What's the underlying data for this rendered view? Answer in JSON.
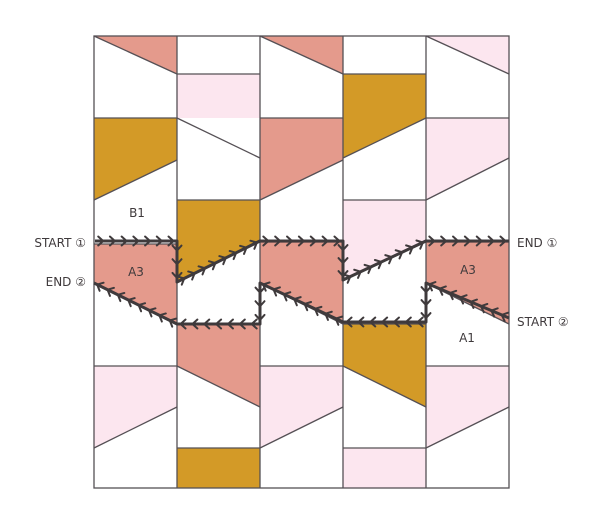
{
  "colors": {
    "coral": "#e49a8c",
    "gold": "#d39a27",
    "pink": "#fce6ef",
    "white": "#ffffff",
    "outline": "#555055",
    "stitch": "#3f3a3c"
  },
  "labels": {
    "start1": "START ①",
    "end1": "END ①",
    "end2": "END ②",
    "start2": "START ②",
    "b1": "B1",
    "a3_left": "A3",
    "a3_right": "A3",
    "a1": "A1"
  }
}
